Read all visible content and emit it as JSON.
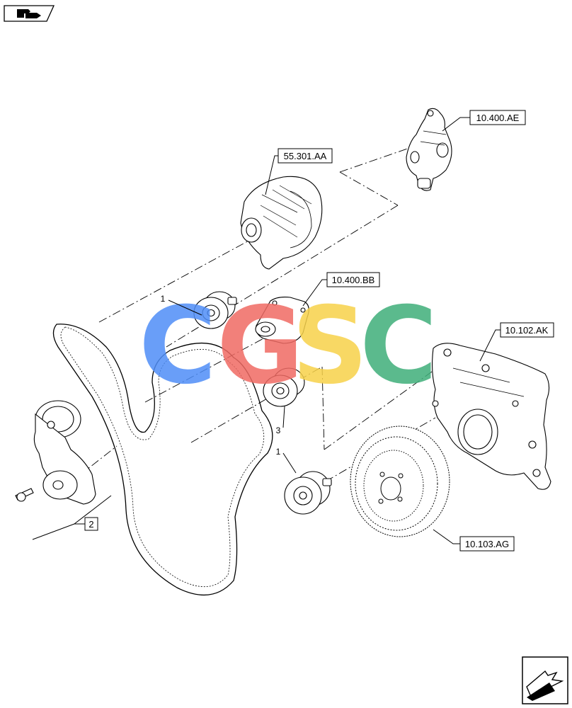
{
  "references": {
    "ae": "10.400.AE",
    "aa": "55.301.AA",
    "bb": "10.400.BB",
    "ak": "10.102.AK",
    "ag": "10.103.AG",
    "item2": "2"
  },
  "callouts": {
    "idler_top": "1",
    "idler_bottom": "1",
    "pulley_3": "3"
  },
  "watermark": {
    "letters": [
      "C",
      "G",
      "S",
      "C"
    ],
    "colors": [
      "#4f8ef7",
      "#f06a63",
      "#f7d24a",
      "#3fae7a"
    ]
  },
  "icons": {
    "top_left": "book-arrow-icon",
    "bottom_right": "next-page-arrow-icon"
  }
}
